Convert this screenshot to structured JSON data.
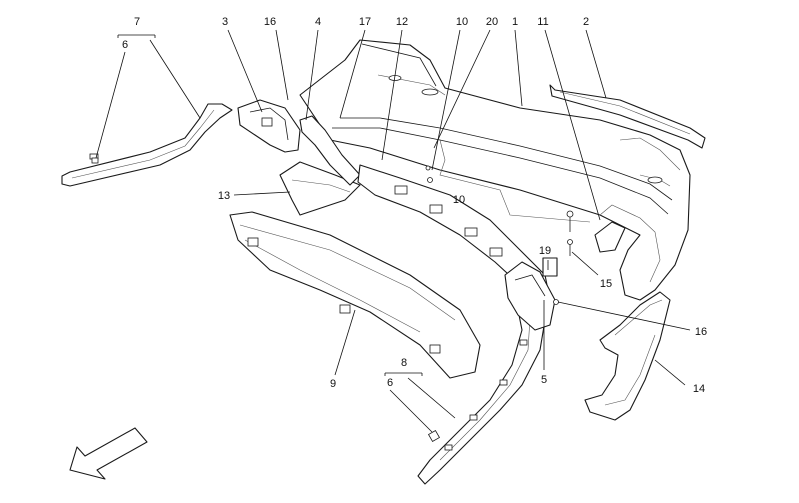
{
  "callouts": [
    {
      "id": "c1",
      "label": "1"
    },
    {
      "id": "c2",
      "label": "2"
    },
    {
      "id": "c3",
      "label": "3"
    },
    {
      "id": "c4",
      "label": "4"
    },
    {
      "id": "c5",
      "label": "5"
    },
    {
      "id": "c6a",
      "label": "6"
    },
    {
      "id": "c6b",
      "label": "6"
    },
    {
      "id": "c7",
      "label": "7"
    },
    {
      "id": "c8",
      "label": "8"
    },
    {
      "id": "c9",
      "label": "9"
    },
    {
      "id": "c10a",
      "label": "10"
    },
    {
      "id": "c10b",
      "label": "10"
    },
    {
      "id": "c11",
      "label": "11"
    },
    {
      "id": "c12",
      "label": "12"
    },
    {
      "id": "c13",
      "label": "13"
    },
    {
      "id": "c14",
      "label": "14"
    },
    {
      "id": "c15",
      "label": "15"
    },
    {
      "id": "c16a",
      "label": "16"
    },
    {
      "id": "c16b",
      "label": "16"
    },
    {
      "id": "c17",
      "label": "17"
    },
    {
      "id": "c19",
      "label": "19"
    },
    {
      "id": "c20",
      "label": "20"
    }
  ]
}
